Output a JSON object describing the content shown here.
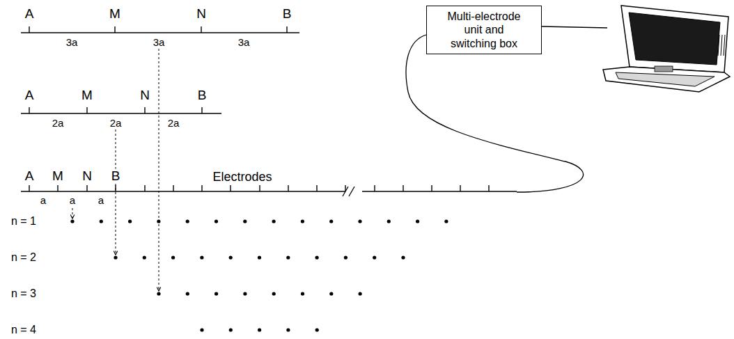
{
  "diagram": {
    "nodes": [
      {
        "text": [
          "Multi-electrode unit and switching box"
        ]
      }
    ],
    "labels": [
      "A",
      "3a",
      "M",
      "3a",
      "N",
      "3a",
      "B",
      "A",
      "2a",
      "M",
      "2a",
      "N",
      "2a",
      "B",
      "A",
      "a",
      "M",
      "a",
      "N",
      "a",
      "B",
      "Electrodes",
      "n = 1",
      "n = 2",
      "n = 3",
      "n = 4"
    ]
  }
}
